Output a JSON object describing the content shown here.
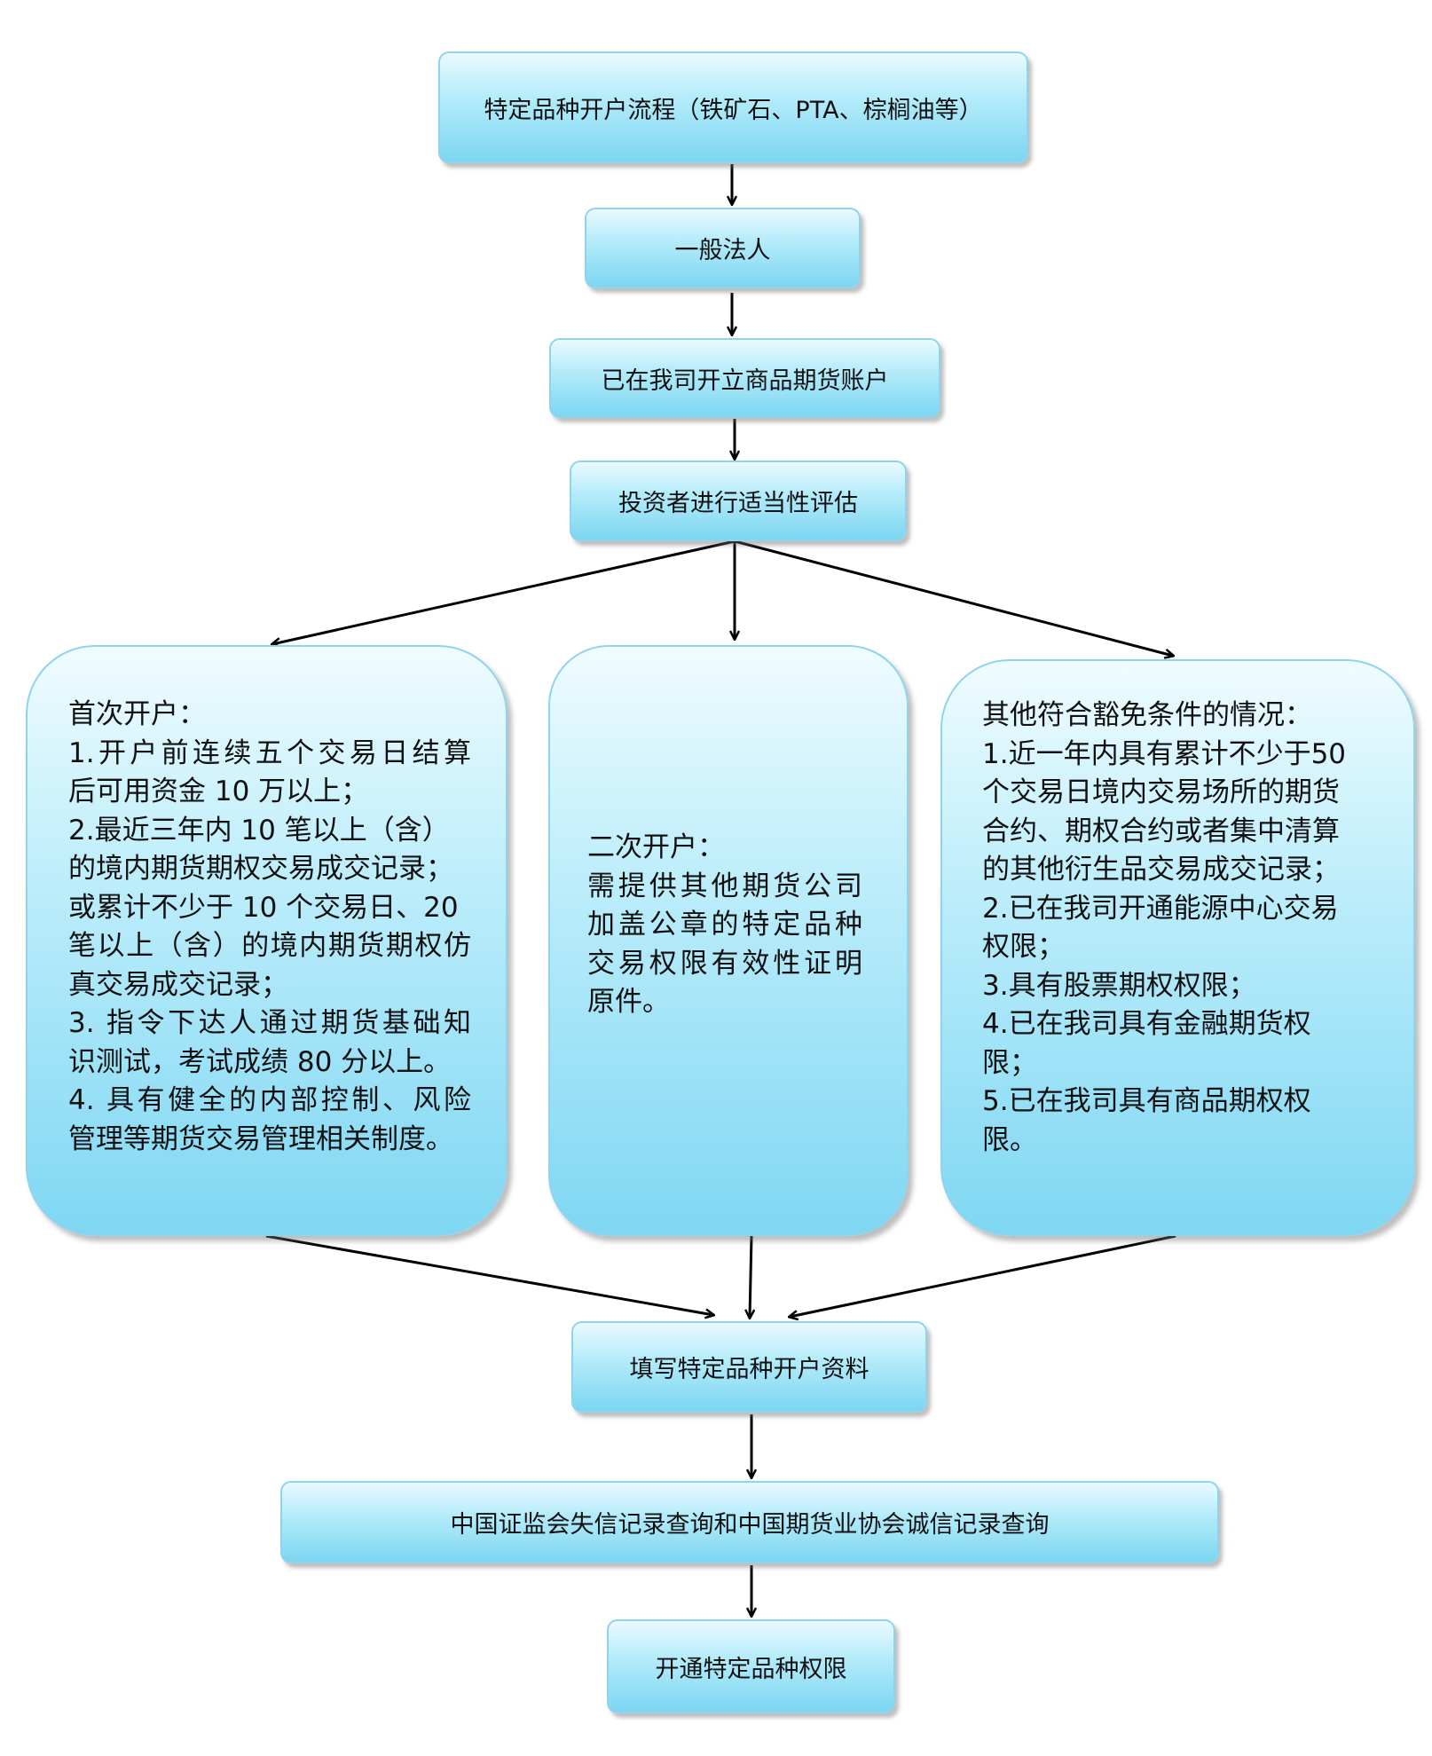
{
  "diagram": {
    "nodes": {
      "title": "特定品种开户流程（铁矿石、PTA、棕榈油等）",
      "general_legal_person": "一般法人",
      "existing_account": "已在我司开立商品期货账户",
      "suitability": "投资者进行适当性评估",
      "fill_form": "填写特定品种开户资料",
      "credit_check": "中国证监会失信记录查询和中国期货业协会诚信记录查询",
      "open_permission": "开通特定品种权限"
    },
    "branches": {
      "first": {
        "lines": [
          "首次开户：",
          "1.开户前连续五个交易日结算",
          "后可用资金 10 万以上；",
          "2.最近三年内  10  笔以上（含）",
          "的境内期货期权交易成交记录；",
          "或累计不少于 10 个交易日、20",
          "笔以上（含）的境内期货期权仿",
          "真交易成交记录；",
          "3.  指令下达人通过期货基础知",
          "识测试，考试成绩 80 分以上。",
          "4.  具有健全的内部控制、风险",
          "管理等期货交易管理相关制度。"
        ]
      },
      "second": {
        "lines": [
          "二次开户：",
          "需提供其他期货公司",
          "加盖公章的特定品种",
          "交易权限有效性证明",
          "原件。"
        ]
      },
      "other": {
        "lines": [
          "其他符合豁免条件的情况：",
          "1.近一年内具有累计不少于50",
          "个交易日境内交易场所的期货",
          "合约、期权合约或者集中清算",
          "的其他衍生品交易成交记录；",
          "2.已在我司开通能源中心交易",
          "权限；",
          "3.具有股票期权权限；",
          "4.已在我司具有金融期货权",
          "限；",
          "5.已在我司具有商品期权权",
          "限。"
        ]
      }
    }
  }
}
